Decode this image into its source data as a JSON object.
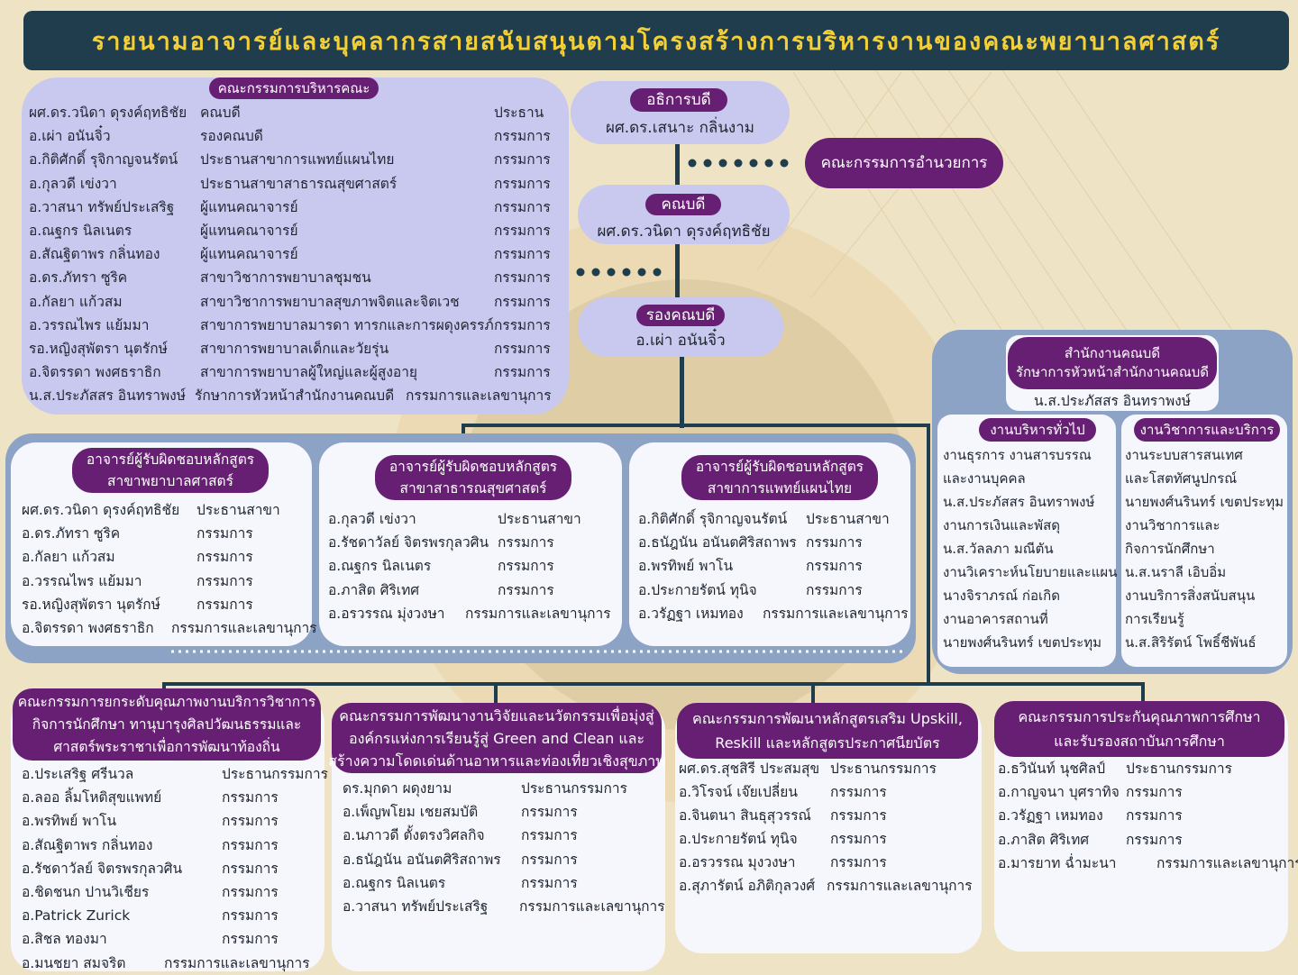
{
  "title": "รายนามอาจารย์และบุคลากรสายสนับสนุนตามโครงสร้างการบริหารงานของคณะพยาบาลศาสตร์",
  "colors": {
    "title_bg": "#1f3d4c",
    "title_text": "#f3cf38",
    "pill": "#671f74",
    "panel_lavender": "#c9c8ef",
    "panel_steel": "#8da3c6",
    "card": "#f6f6fd"
  },
  "board": {
    "label": "คณะกรรมการบริหารคณะ",
    "rows": [
      [
        "ผศ.ดร.วนิดา ดุรงค์ฤทธิชัย",
        "คณบดี",
        "ประธาน"
      ],
      [
        "อ.เผ่า อนันจิ๋ว",
        "รองคณบดี",
        "กรรมการ"
      ],
      [
        "อ.กิติศักดิ์ รุจิกาญจนรัตน์",
        "ประธานสาขาการแพทย์แผนไทย",
        "กรรมการ"
      ],
      [
        "อ.กุลวดี เข่งวา",
        "ประธานสาขาสาธารณสุขศาสตร์",
        "กรรมการ"
      ],
      [
        "อ.วาสนา ทรัพย์ประเสริฐ",
        "ผู้แทนคณาจารย์",
        "กรรมการ"
      ],
      [
        "อ.ณฐกร นิลเนตร",
        "ผู้แทนคณาจารย์",
        "กรรมการ"
      ],
      [
        "อ.สัณฐิตาพร กลิ่นทอง",
        "ผู้แทนคณาจารย์",
        "กรรมการ"
      ],
      [
        "อ.ดร.ภัทรา ซูริค",
        "สาขาวิชาการพยาบาลชุมชน",
        "กรรมการ"
      ],
      [
        "อ.กัลยา แก้วสม",
        "สาขาวิชาการพยาบาลสุขภาพจิตและจิตเวช",
        "กรรมการ"
      ],
      [
        "อ.วรรณไพร แย้มมา",
        "สาขาการพยาบาลมารดา ทารกและการผดุงครรภ์",
        "กรรมการ"
      ],
      [
        "รอ.หญิงสุพัตรา นุตรักษ์",
        "สาขาการพยาบาลเด็กและวัยรุ่น",
        "กรรมการ"
      ],
      [
        "อ.จิตรรดา พงศธราธิก",
        "สาขาการพยาบาลผู้ใหญ่และผู้สูงอายุ",
        "กรรมการ"
      ],
      [
        "น.ส.ประภัสสร อินทราพงษ์",
        "รักษาการหัวหน้าสำนักงานคณบดี",
        "กรรมการและเลขานุการ"
      ]
    ]
  },
  "president": {
    "label": "อธิการบดี",
    "name": "ผศ.ดร.เสนาะ กลิ่นงาม"
  },
  "admin_committee": {
    "label": "คณะกรรมการอำนวยการ"
  },
  "dean": {
    "label": "คณบดี",
    "name": "ผศ.ดร.วนิดา ดุรงค์ฤทธิชัย"
  },
  "vice_dean": {
    "label": "รองคณบดี",
    "name": "อ.เผ่า อนันจิ๋ว"
  },
  "office": {
    "label_lines": [
      "สำนักงานคณบดี",
      "รักษาการหัวหน้าสำนักงานคณบดี"
    ],
    "name": "น.ส.ประภัสสร อินทราพงษ์",
    "general": {
      "label": "งานบริหารทั่วไป",
      "lines": [
        "งานธุรการ งานสารบรรณ",
        "และงานบุคคล",
        "น.ส.ประภัสสร อินทราพงษ์",
        "งานการเงินและพัสดุ",
        "น.ส.วัลลภา มณีตัน",
        "งานวิเคราะห์นโยบายและแผน",
        "นางจิราภรณ์ ก่อเกิด",
        "งานอาคารสถานที่",
        "นายพงศ์นรินทร์ เขตประทุม"
      ]
    },
    "academic": {
      "label": "งานวิชาการและบริการ",
      "lines": [
        "งานระบบสารสนเทศ",
        "และโสตทัศนูปกรณ์",
        "นายพงศ์นรินทร์ เขตประทุม",
        "งานวิชาการและ",
        "กิจการนักศึกษา",
        "น.ส.นราลี เอิบอิ่ม",
        "งานบริการสิ่งสนับสนุน",
        "การเรียนรู้",
        "น.ส.สิริรัตน์ โพธิ์ชีพันธ์"
      ]
    }
  },
  "programs": [
    {
      "label_lines": [
        "อาจารย์ผู้รับผิดชอบหลักสูตร",
        "สาขาพยาบาลศาสตร์"
      ],
      "rows": [
        [
          "ผศ.ดร.วนิดา ดุรงค์ฤทธิชัย",
          "ประธานสาขา"
        ],
        [
          "อ.ดร.ภัทรา ซูริค",
          "กรรมการ"
        ],
        [
          "อ.กัลยา แก้วสม",
          "กรรมการ"
        ],
        [
          "อ.วรรณไพร แย้มมา",
          "กรรมการ"
        ],
        [
          "รอ.หญิงสุพัตรา นุตรักษ์",
          "กรรมการ"
        ],
        [
          "อ.จิตรรดา พงศธราธิก",
          "กรรมการและเลขานุการ"
        ]
      ]
    },
    {
      "label_lines": [
        "อาจารย์ผู้รับผิดชอบหลักสูตร",
        "สาขาสาธารณสุขศาสตร์"
      ],
      "rows": [
        [
          "อ.กุลวดี เข่งวา",
          "ประธานสาขา"
        ],
        [
          "อ.รัชดาวัลย์ จิตรพรกุลวศิน",
          "กรรมการ"
        ],
        [
          "อ.ณฐกร นิลเนตร",
          "กรรมการ"
        ],
        [
          "อ.ภาสิต ศิริเทศ",
          "กรรมการ"
        ],
        [
          "อ.อรวรรณ มุ่งวงษา",
          "กรรมการและเลขานุการ"
        ]
      ]
    },
    {
      "label_lines": [
        "อาจารย์ผู้รับผิดชอบหลักสูตร",
        "สาขาการแพทย์แผนไทย"
      ],
      "rows": [
        [
          "อ.กิติศักดิ์ รุจิกาญจนรัตน์",
          "ประธานสาขา"
        ],
        [
          "อ.ธนัฎนัน อนันตศิริสถาพร",
          "กรรมการ"
        ],
        [
          "อ.พรทิพย์ พาโน",
          "กรรมการ"
        ],
        [
          "อ.ประกายรัตน์ ทุนิจ",
          "กรรมการ"
        ],
        [
          "อ.วรัฏฐา เหมทอง",
          "กรรมการและเลขานุการ"
        ]
      ]
    }
  ],
  "committees": [
    {
      "label_lines": [
        "คณะกรรมการยกระดับคุณภาพงานบริการวิชาการ",
        "กิจการนักศึกษา ทานุบารุงศิลปวัฒนธรรมและ",
        "ศาสตร์พระราชาเพื่อการพัฒนาท้องถิ่น"
      ],
      "rows": [
        [
          "อ.ประเสริฐ ศรีนวล",
          "ประธานกรรมการ"
        ],
        [
          "อ.ลออ ลิ้มโหติสุขแพทย์",
          "กรรมการ"
        ],
        [
          "อ.พรทิพย์ พาโน",
          "กรรมการ"
        ],
        [
          "อ.สัณฐิตาพร กลิ่นทอง",
          "กรรมการ"
        ],
        [
          "อ.รัชดาวัลย์ จิตรพรกุลวศิน",
          "กรรมการ"
        ],
        [
          "อ.ชิดชนก ปานวิเชียร",
          "กรรมการ"
        ],
        [
          "อ.Patrick Zurick",
          "กรรมการ"
        ],
        [
          "อ.สิชล ทองมา",
          "กรรมการ"
        ],
        [
          "อ.มนชยา สมจริต",
          "กรรมการและเลขานุการ"
        ]
      ]
    },
    {
      "label_lines": [
        "คณะกรรมการพัฒนางานวิจัยและนวัตกรรมเพื่อมุ่งสู่",
        "องค์กรแห่งการเรียนรู้สู่ Green and Clean และ",
        "สร้างความโดดเด่นด้านอาหารและท่องเที่ยวเชิงสุขภาพ"
      ],
      "rows": [
        [
          "ดร.มุกดา ผดุงยาม",
          "ประธานกรรมการ"
        ],
        [
          "อ.เพ็ญพโยม เชยสมบัติ",
          "กรรมการ"
        ],
        [
          "อ.นภาวดี ตั้งตรงวิศลกิจ",
          "กรรมการ"
        ],
        [
          "อ.ธนัฎนัน อนันตศิริสถาพร",
          "กรรมการ"
        ],
        [
          "อ.ณฐกร นิลเนตร",
          "กรรมการ"
        ],
        [
          "อ.วาสนา ทรัพย์ประเสริฐ",
          "กรรมการและเลขานุการ"
        ]
      ]
    },
    {
      "label_lines": [
        "คณะกรรมการพัฒนาหลักสูตรเสริม Upskill,",
        "Reskill และหลักสูตรประกาศนียบัตร"
      ],
      "rows": [
        [
          "ผศ.ดร.สุชสิรี ประสมสุข",
          "ประธานกรรมการ"
        ],
        [
          "อ.วิโรจน์ เจ๊ยเปลี่ยน",
          "กรรมการ"
        ],
        [
          "อ.จินตนา สินธุสุวรรณ์",
          "กรรมการ"
        ],
        [
          "อ.ประกายรัตน์ ทุนิจ",
          "กรรมการ"
        ],
        [
          "อ.อรวรรณ มุงวงษา",
          "กรรมการ"
        ],
        [
          "อ.สุภารัตน์ อภิติกุลวงศ์",
          "กรรมการและเลขานุการ"
        ]
      ]
    },
    {
      "label_lines": [
        "คณะกรรมการประกันคุณภาพการศึกษา",
        "และรับรองสถาบันการศึกษา"
      ],
      "rows": [
        [
          "อ.ธวินันท์ นุชศิลป์",
          "ประธานกรรมการ"
        ],
        [
          "อ.กาญจนา บุศราทิจ",
          "กรรมการ"
        ],
        [
          "อ.วรัฏฐา เหมทอง",
          "กรรมการ"
        ],
        [
          "อ.ภาสิต ศิริเทศ",
          "กรรมการ"
        ],
        [
          "อ.มารยาท ฉ่ำมะนา",
          "กรรมการและเลขานุการ"
        ]
      ]
    }
  ]
}
